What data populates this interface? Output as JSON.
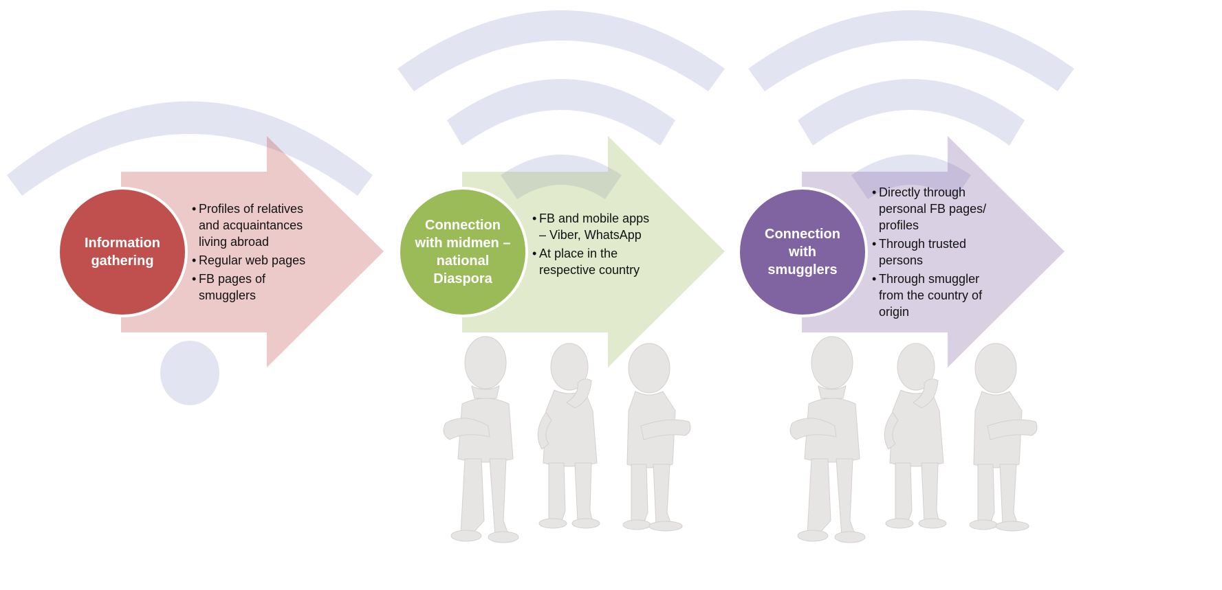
{
  "stages": [
    {
      "title": "Information gathering",
      "color": "#c0504d",
      "arrow_color": "#e8c9c8",
      "items": [
        "Profiles of relatives and acquaintances living abroad",
        "Regular web pages",
        "FB pages of smugglers"
      ]
    },
    {
      "title": "Connection with midmen – national Diaspora",
      "color": "#9bbb59",
      "arrow_color": "#dfe9cf",
      "items": [
        "FB and mobile apps – Viber, WhatsApp",
        "At place in the respective country"
      ]
    },
    {
      "title": "Connection with smugglers",
      "color": "#8064a2",
      "arrow_color": "#d9d4e8",
      "items": [
        "Directly through personal FB pages/ profiles",
        "Through trusted persons",
        "Through smuggler from the country of origin"
      ]
    }
  ],
  "icons": {
    "background": "wifi-icon",
    "figures": "thinking-people-figures"
  },
  "colors": {
    "wifi": "#e3e4f1",
    "figure": "#e7e4e4",
    "figure_shade": "#d4d0d0"
  }
}
